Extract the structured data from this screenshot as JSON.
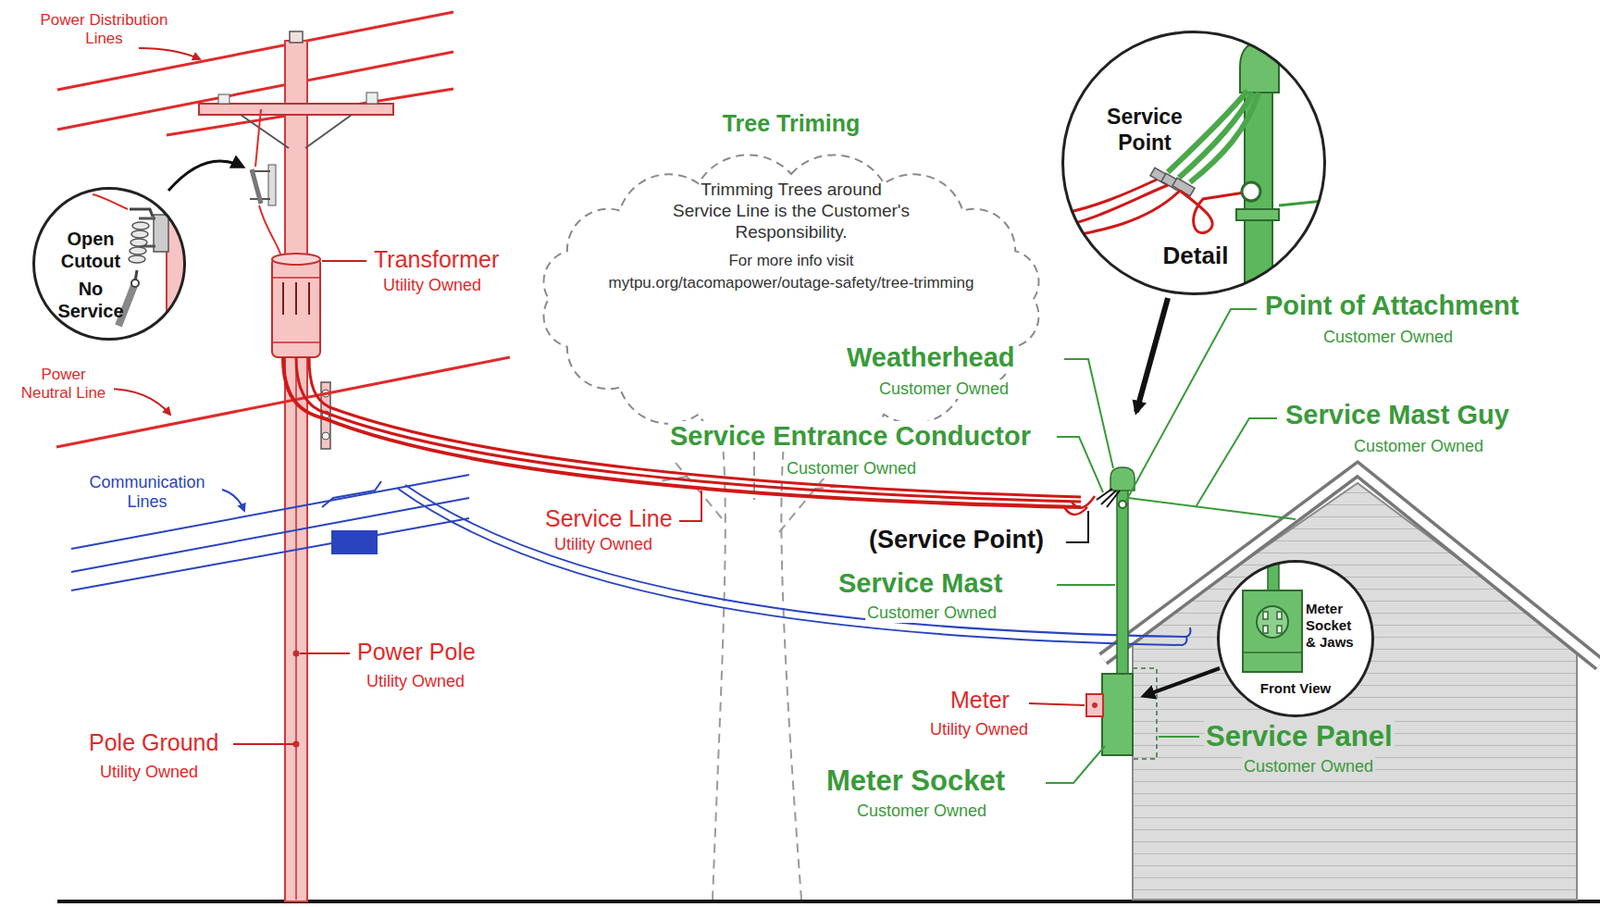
{
  "diagram": {
    "nodes": [
      {
        "text": [
          "Open Cutout",
          "No Service"
        ]
      },
      {
        "text": [
          "Tree Triming",
          "Trimming Trees around Service Line is the Customer's Responsibility.",
          "For more info visit",
          "mytpu.org/tacomapower/outage-safety/tree-trimming"
        ]
      },
      {
        "text": [
          "Service Point",
          "Detail"
        ]
      },
      {
        "text": [
          "Meter Socket & Jaws",
          "Front View"
        ]
      }
    ],
    "labels": [
      "Power Distribution Lines",
      "Transformer",
      "Utility Owned",
      "Power Neutral Line",
      "Communication Lines",
      "Service Line",
      "Utility Owned",
      "Power Pole",
      "Utility Owned",
      "Pole Ground",
      "Utility Owned",
      "Weatherhead",
      "Customer Owned",
      "Service Entrance Conductor",
      "Customer Owned",
      "(Service Point)",
      "Service Mast",
      "Customer Owned",
      "Meter",
      "Utility Owned",
      "Meter Socket",
      "Customer Owned",
      "Point of Attachment",
      "Customer Owned",
      "Service Mast Guy",
      "Customer Owned",
      "Service Panel",
      "Customer Owned"
    ]
  }
}
